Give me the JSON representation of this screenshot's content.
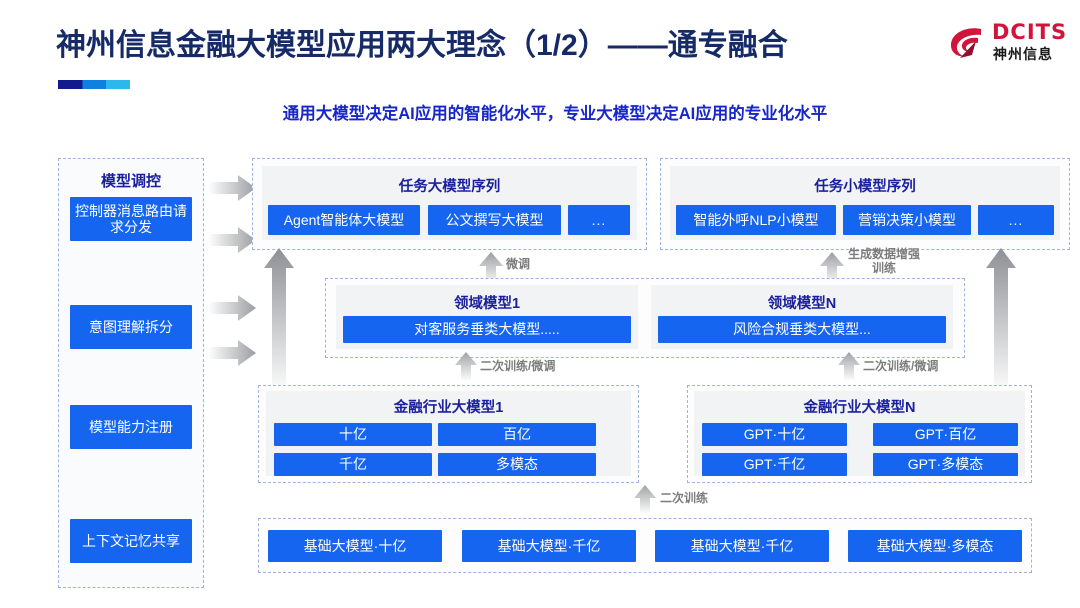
{
  "header": {
    "title": "神州信息金融大模型应用两大理念（1/2）——通专融合",
    "subtitle": "通用大模型决定AI应用的智能化水平，专业大模型决定AI应用的专业化水平",
    "accent_color": "#152a66",
    "subtitle_color": "#1626c8"
  },
  "logo": {
    "brand_latin": "DCITS",
    "brand_cn": "神州信息",
    "brand_color": "#d1143c"
  },
  "left_panel": {
    "title": "模型调控",
    "items": [
      {
        "label": "控制器消息路由请求分发"
      },
      {
        "label": "意图理解拆分"
      },
      {
        "label": "模型能力注册"
      },
      {
        "label": "上下文记忆共享"
      }
    ]
  },
  "task_large": {
    "heading": "任务大模型序列",
    "items": [
      {
        "label": "Agent智能体大模型"
      },
      {
        "label": "公文撰写大模型"
      },
      {
        "label": "..."
      }
    ]
  },
  "task_small": {
    "heading": "任务小模型序列",
    "items": [
      {
        "label": "智能外呼NLP小模型"
      },
      {
        "label": "营销决策小模型"
      },
      {
        "label": "..."
      }
    ]
  },
  "domain_models": [
    {
      "heading": "领域模型1",
      "label": "对客服务垂类大模型....."
    },
    {
      "heading": "领域模型N",
      "label": "风险合规垂类大模型..."
    }
  ],
  "industry_models": [
    {
      "heading": "金融行业大模型1",
      "cells": [
        "十亿",
        "百亿",
        "千亿",
        "多模态"
      ]
    },
    {
      "heading": "金融行业大模型N",
      "cells": [
        "GPT·十亿",
        "GPT·百亿",
        "GPT·千亿",
        "GPT·多模态"
      ]
    }
  ],
  "base_models": {
    "items": [
      {
        "label": "基础大模型·十亿"
      },
      {
        "label": "基础大模型·千亿"
      },
      {
        "label": "基础大模型·千亿"
      },
      {
        "label": "基础大模型·多模态"
      }
    ]
  },
  "arrow_labels": {
    "fine_tune": "微调",
    "data_aug": "生成数据增强\n训练",
    "retrain_finetune_left": "二次训练/微调",
    "retrain_finetune_right": "二次训练/微调",
    "retrain": "二次训练"
  },
  "colors": {
    "box_blue": "#1565f0",
    "dash_border": "#9db4e0",
    "band_grey": "#f2f3f5",
    "arrow_grey": "#b9bcc0"
  }
}
